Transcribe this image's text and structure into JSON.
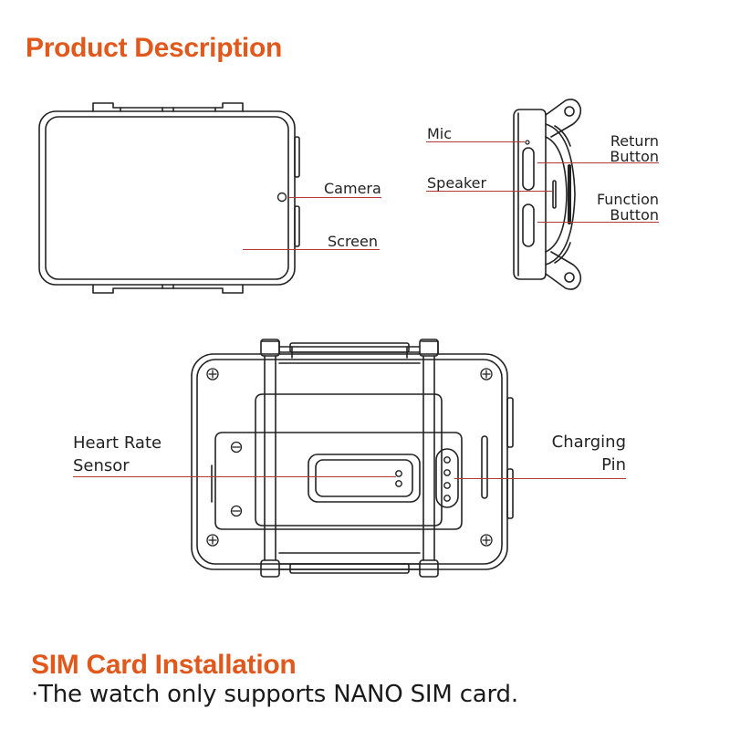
{
  "colors": {
    "accent": "#e0581c",
    "line_art": "#222222",
    "leader": "#b23a3a"
  },
  "sections": {
    "product_description": {
      "title": "Product Description"
    },
    "sim_installation": {
      "title": "SIM Card Installation",
      "note": "·The watch only supports NANO SIM card."
    }
  },
  "callouts": {
    "camera": "Camera",
    "screen": "Screen",
    "mic": "Mic",
    "speaker": "Speaker",
    "return_button": [
      "Return",
      "Button"
    ],
    "function_button": [
      "Function",
      "Button"
    ],
    "heart_rate_sensor": [
      "Heart Rate",
      "Sensor"
    ],
    "charging_pin": [
      "Charging",
      "Pin"
    ]
  }
}
